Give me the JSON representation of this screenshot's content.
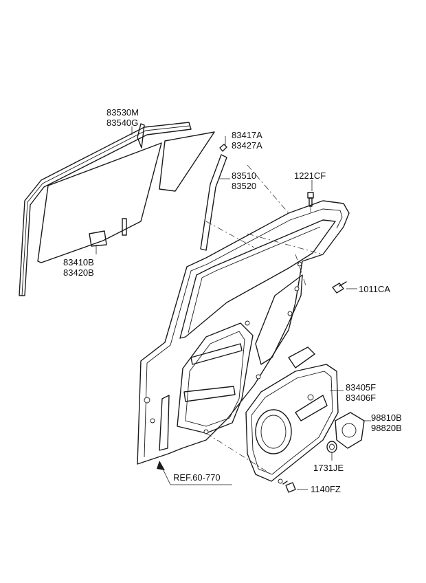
{
  "labels": {
    "glass_run": [
      "83530M",
      "83540G"
    ],
    "delta_molding": [
      "83417A",
      "83427A"
    ],
    "channel": [
      "83510",
      "83520"
    ],
    "bolt_top": "1221CF",
    "glass": [
      "83410B",
      "83420B"
    ],
    "bolt_side": "1011CA",
    "regulator": [
      "83405F",
      "83406F"
    ],
    "motor": [
      "98810B",
      "98820B"
    ],
    "grommet": "1731JE",
    "bolt_bottom": "1140FZ",
    "reference": "REF.60-770"
  }
}
